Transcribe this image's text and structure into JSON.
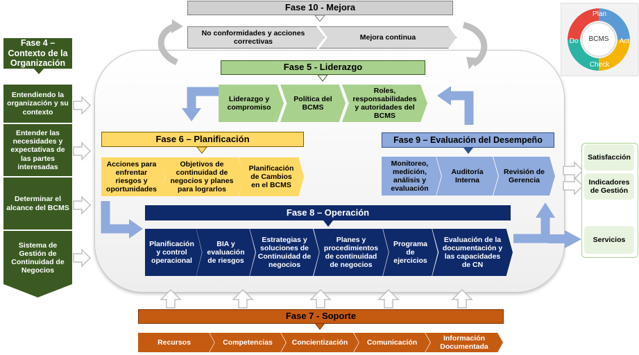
{
  "phase10": {
    "title": "Fase 10 - Mejora",
    "items": [
      "No conformidades y acciones correctivas",
      "Mejora continua"
    ]
  },
  "phase4": {
    "title": "Fase 4 – Contexto de la Organización",
    "items": [
      "Entendiendo la organización y su contexto",
      "Entender las necesidades y expectativas de las partes interesadas",
      "Determinar el alcance del BCMS",
      "Sistema de Gestión de Continuidad de Negocios"
    ]
  },
  "phase5": {
    "title": "Fase 5 - Liderazgo",
    "items": [
      "Liderazgo y compromiso",
      "Política del BCMS",
      "Roles, responsabilidades y autoridades del BCMS"
    ]
  },
  "phase6": {
    "title": "Fase 6 – Planificación",
    "items": [
      "Acciones para enfrentar riesgos y oportunidades",
      "Objetivos de continuidad de negocios y planes para lograrlos",
      "Planificación de Cambios en el BCMS"
    ]
  },
  "phase9": {
    "title": "Fase 9 – Evaluación del Desempeño",
    "items": [
      "Monitoreo, medición, análisis y evaluación",
      "Auditoría Interna",
      "Revisión de Gerencia"
    ]
  },
  "phase8": {
    "title": "Fase 8 – Operación",
    "items": [
      "Planificación y control operacional",
      "BIA y evaluación de riesgos",
      "Estrategias y soluciones de Continuidad de negocios",
      "Planes y procedimientos de continuidad de negocios",
      "Programa de ejercicios",
      "Evaluación de la documentación y las capacidades de CN"
    ]
  },
  "phase7": {
    "title": "Fase  7 - Soporte",
    "items": [
      "Recursos",
      "Competencias",
      "Concientización",
      "Comunicación",
      "Información Documentada"
    ]
  },
  "outputs": [
    "Satisfacción",
    "Indicadores de Gestión",
    "Servicios"
  ],
  "pdca": {
    "center": "BCMS",
    "plan": "Plan",
    "do": "Do",
    "check": "Check",
    "act": "Act"
  },
  "colors": {
    "green_dark": "#3a5a22",
    "green_light": "#a9d18e",
    "yellow": "#ffd966",
    "blue_light": "#8faadc",
    "navy": "#0f2a6b",
    "orange": "#c55a11",
    "gray": "#d0d0d0"
  }
}
